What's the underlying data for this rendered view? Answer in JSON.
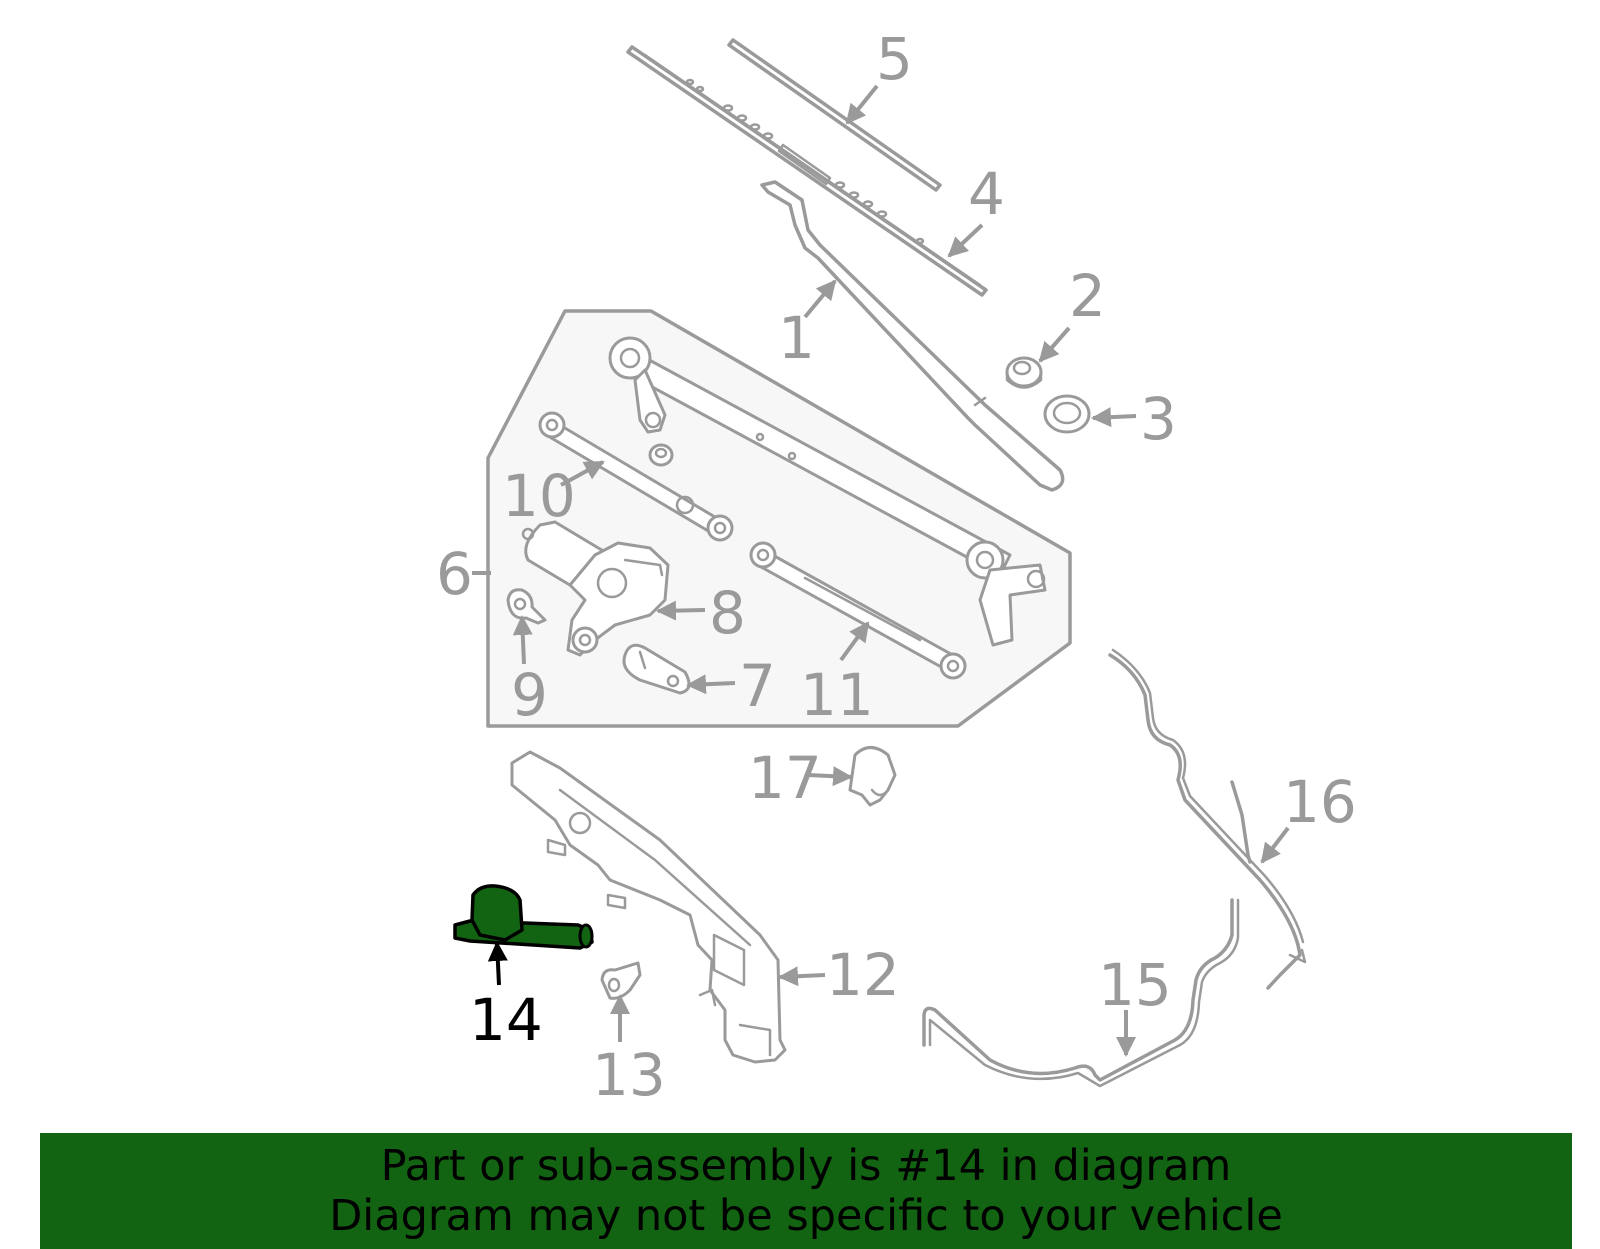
{
  "diagram": {
    "callouts": [
      {
        "id": "1",
        "label": "1"
      },
      {
        "id": "2",
        "label": "2"
      },
      {
        "id": "3",
        "label": "3"
      },
      {
        "id": "4",
        "label": "4"
      },
      {
        "id": "5",
        "label": "5"
      },
      {
        "id": "6",
        "label": "6"
      },
      {
        "id": "7",
        "label": "7"
      },
      {
        "id": "8",
        "label": "8"
      },
      {
        "id": "9",
        "label": "9"
      },
      {
        "id": "10",
        "label": "10"
      },
      {
        "id": "11",
        "label": "11"
      },
      {
        "id": "12",
        "label": "12"
      },
      {
        "id": "13",
        "label": "13"
      },
      {
        "id": "14",
        "label": "14"
      },
      {
        "id": "15",
        "label": "15"
      },
      {
        "id": "16",
        "label": "16"
      },
      {
        "id": "17",
        "label": "17"
      }
    ],
    "highlighted_part": "14",
    "colors": {
      "line": "#9a9a9a",
      "highlight_part": "#126312",
      "panel_fill": "#f7f7f7"
    }
  },
  "banner": {
    "line1": "Part or sub-assembly is #14 in diagram",
    "line2": "Diagram may not be specific to your vehicle",
    "background": "#126312"
  }
}
